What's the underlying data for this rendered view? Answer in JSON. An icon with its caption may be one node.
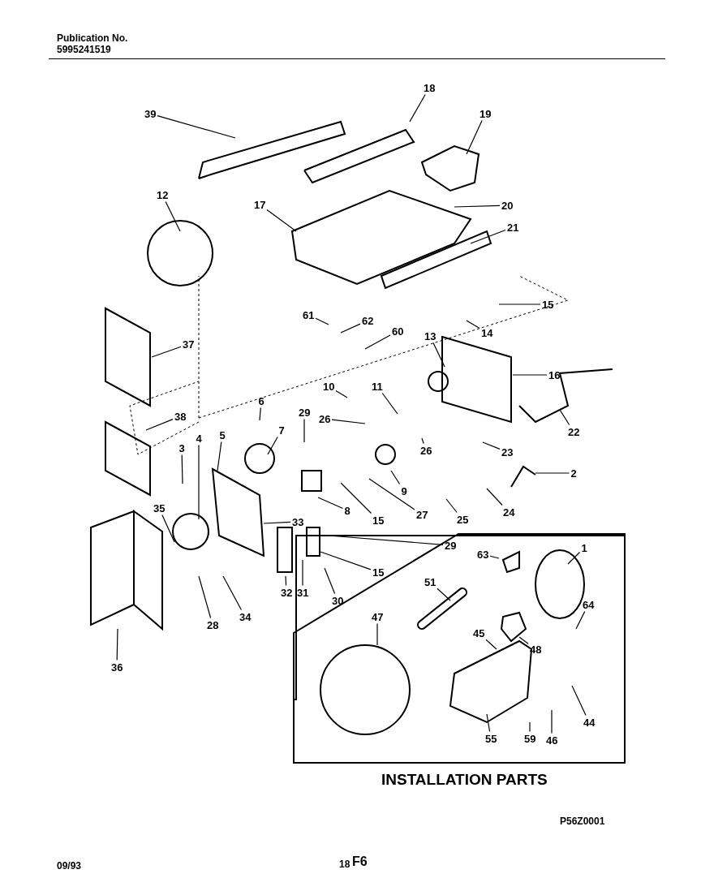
{
  "diagram": {
    "nodes": [
      {
        "text": [
          "18"
        ]
      },
      {
        "text": [
          "39"
        ]
      },
      {
        "text": [
          "19"
        ]
      },
      {
        "text": [
          "12"
        ]
      },
      {
        "text": [
          "17"
        ]
      },
      {
        "text": [
          "20"
        ]
      },
      {
        "text": [
          "21"
        ]
      },
      {
        "text": [
          "15"
        ]
      },
      {
        "text": [
          "14"
        ]
      },
      {
        "text": [
          "61"
        ]
      },
      {
        "text": [
          "62"
        ]
      },
      {
        "text": [
          "60"
        ]
      },
      {
        "text": [
          "37"
        ]
      },
      {
        "text": [
          "13"
        ]
      },
      {
        "text": [
          "16"
        ]
      },
      {
        "text": [
          "10"
        ]
      },
      {
        "text": [
          "11"
        ]
      },
      {
        "text": [
          "6"
        ]
      },
      {
        "text": [
          "29"
        ]
      },
      {
        "text": [
          "26"
        ]
      },
      {
        "text": [
          "7"
        ]
      },
      {
        "text": [
          "38"
        ]
      },
      {
        "text": [
          "3"
        ]
      },
      {
        "text": [
          "4"
        ]
      },
      {
        "text": [
          "5"
        ]
      },
      {
        "text": [
          "22"
        ]
      },
      {
        "text": [
          "26"
        ]
      },
      {
        "text": [
          "23"
        ]
      },
      {
        "text": [
          "2"
        ]
      },
      {
        "text": [
          "9"
        ]
      },
      {
        "text": [
          "27"
        ]
      },
      {
        "text": [
          "8"
        ]
      },
      {
        "text": [
          "15"
        ]
      },
      {
        "text": [
          "35"
        ]
      },
      {
        "text": [
          "33"
        ]
      },
      {
        "text": [
          "25"
        ]
      },
      {
        "text": [
          "24"
        ]
      },
      {
        "text": [
          "29"
        ]
      },
      {
        "text": [
          "15"
        ]
      },
      {
        "text": [
          "31"
        ]
      },
      {
        "text": [
          "30"
        ]
      },
      {
        "text": [
          "32"
        ]
      },
      {
        "text": [
          "34"
        ]
      },
      {
        "text": [
          "28"
        ]
      },
      {
        "text": [
          "36"
        ]
      },
      {
        "text": [
          "63"
        ]
      },
      {
        "text": [
          "1"
        ]
      },
      {
        "text": [
          "51"
        ]
      },
      {
        "text": [
          "47"
        ]
      },
      {
        "text": [
          "64"
        ]
      },
      {
        "text": [
          "45"
        ]
      },
      {
        "text": [
          "48"
        ]
      },
      {
        "text": [
          "44"
        ]
      },
      {
        "text": [
          "59"
        ]
      },
      {
        "text": [
          "46"
        ]
      },
      {
        "text": [
          "55"
        ]
      }
    ],
    "edges": [
      {
        "from": 0,
        "to": null,
        "arrow": "none"
      },
      {
        "from": 1,
        "to": null,
        "arrow": "none"
      },
      {
        "from": 2,
        "to": null,
        "arrow": "none"
      },
      {
        "from": 3,
        "to": null,
        "arrow": "none"
      },
      {
        "from": 4,
        "to": null,
        "arrow": "none"
      },
      {
        "from": 5,
        "to": null,
        "arrow": "none"
      },
      {
        "from": 6,
        "to": null,
        "arrow": "none"
      },
      {
        "from": 7,
        "to": null,
        "arrow": "none"
      },
      {
        "from": 8,
        "to": null,
        "arrow": "none"
      },
      {
        "from": 9,
        "to": null,
        "arrow": "none"
      },
      {
        "from": 10,
        "to": null,
        "arrow": "none"
      },
      {
        "from": 11,
        "to": null,
        "arrow": "none"
      },
      {
        "from": 12,
        "to": null,
        "arrow": "none"
      },
      {
        "from": 13,
        "to": null,
        "arrow": "none"
      },
      {
        "from": 14,
        "to": null,
        "arrow": "none"
      },
      {
        "from": 15,
        "to": null,
        "arrow": "none"
      },
      {
        "from": 16,
        "to": null,
        "arrow": "none"
      },
      {
        "from": 17,
        "to": null,
        "arrow": "none"
      },
      {
        "from": 18,
        "to": null,
        "arrow": "none"
      },
      {
        "from": 19,
        "to": null,
        "arrow": "none"
      },
      {
        "from": 20,
        "to": null,
        "arrow": "none"
      },
      {
        "from": 21,
        "to": null,
        "arrow": "none"
      },
      {
        "from": 22,
        "to": null,
        "arrow": "none"
      },
      {
        "from": 23,
        "to": null,
        "arrow": "none"
      },
      {
        "from": 24,
        "to": null,
        "arrow": "none"
      },
      {
        "from": 25,
        "to": null,
        "arrow": "none"
      },
      {
        "from": 26,
        "to": null,
        "arrow": "none"
      },
      {
        "from": 27,
        "to": null,
        "arrow": "none"
      },
      {
        "from": 28,
        "to": null,
        "arrow": "none"
      },
      {
        "from": 29,
        "to": null,
        "arrow": "none"
      },
      {
        "from": 30,
        "to": null,
        "arrow": "none"
      },
      {
        "from": 31,
        "to": null,
        "arrow": "none"
      },
      {
        "from": 32,
        "to": null,
        "arrow": "none"
      },
      {
        "from": 33,
        "to": null,
        "arrow": "none"
      },
      {
        "from": 34,
        "to": null,
        "arrow": "none"
      },
      {
        "from": 35,
        "to": null,
        "arrow": "none"
      },
      {
        "from": 36,
        "to": null,
        "arrow": "none"
      },
      {
        "from": 37,
        "to": null,
        "arrow": "none"
      },
      {
        "from": 38,
        "to": null,
        "arrow": "none"
      },
      {
        "from": 39,
        "to": null,
        "arrow": "none"
      },
      {
        "from": 40,
        "to": null,
        "arrow": "none"
      },
      {
        "from": 41,
        "to": null,
        "arrow": "none"
      },
      {
        "from": 42,
        "to": null,
        "arrow": "none"
      },
      {
        "from": 43,
        "to": null,
        "arrow": "none"
      },
      {
        "from": 44,
        "to": null,
        "arrow": "none"
      },
      {
        "from": 45,
        "to": null,
        "arrow": "none"
      },
      {
        "from": 46,
        "to": null,
        "arrow": "none"
      },
      {
        "from": 47,
        "to": null,
        "arrow": "none"
      },
      {
        "from": 48,
        "to": null,
        "arrow": "none"
      },
      {
        "from": 49,
        "to": null,
        "arrow": "none"
      },
      {
        "from": 50,
        "to": null,
        "arrow": "none"
      },
      {
        "from": 51,
        "to": null,
        "arrow": "none"
      },
      {
        "from": 52,
        "to": null,
        "arrow": "none"
      },
      {
        "from": 53,
        "to": null,
        "arrow": "none"
      },
      {
        "from": 54,
        "to": null,
        "arrow": "none"
      },
      {
        "from": 55,
        "to": null,
        "arrow": "none"
      }
    ],
    "labels": [
      "Publication No.",
      "5995241519",
      "INSTALLATION PARTS",
      "P56Z0001",
      "09/93",
      "18",
      "F6"
    ]
  }
}
